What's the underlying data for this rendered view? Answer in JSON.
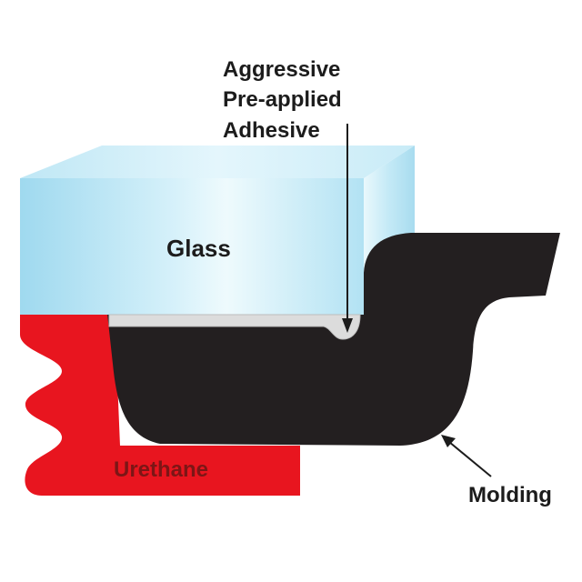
{
  "labels": {
    "adhesive": [
      "Aggressive",
      "Pre-applied",
      "Adhesive"
    ],
    "glass": "Glass",
    "urethane": "Urethane",
    "molding": "Molding"
  },
  "colors": {
    "glass_light": "#e8f7fc",
    "glass_mid": "#b4e2f3",
    "glass_dark": "#9ad6ee",
    "urethane": "#e8151f",
    "molding": "#231f20",
    "adhesive": "#dcdcdc",
    "text": "#1c1c1c",
    "urethane_text": "#7c1616"
  }
}
